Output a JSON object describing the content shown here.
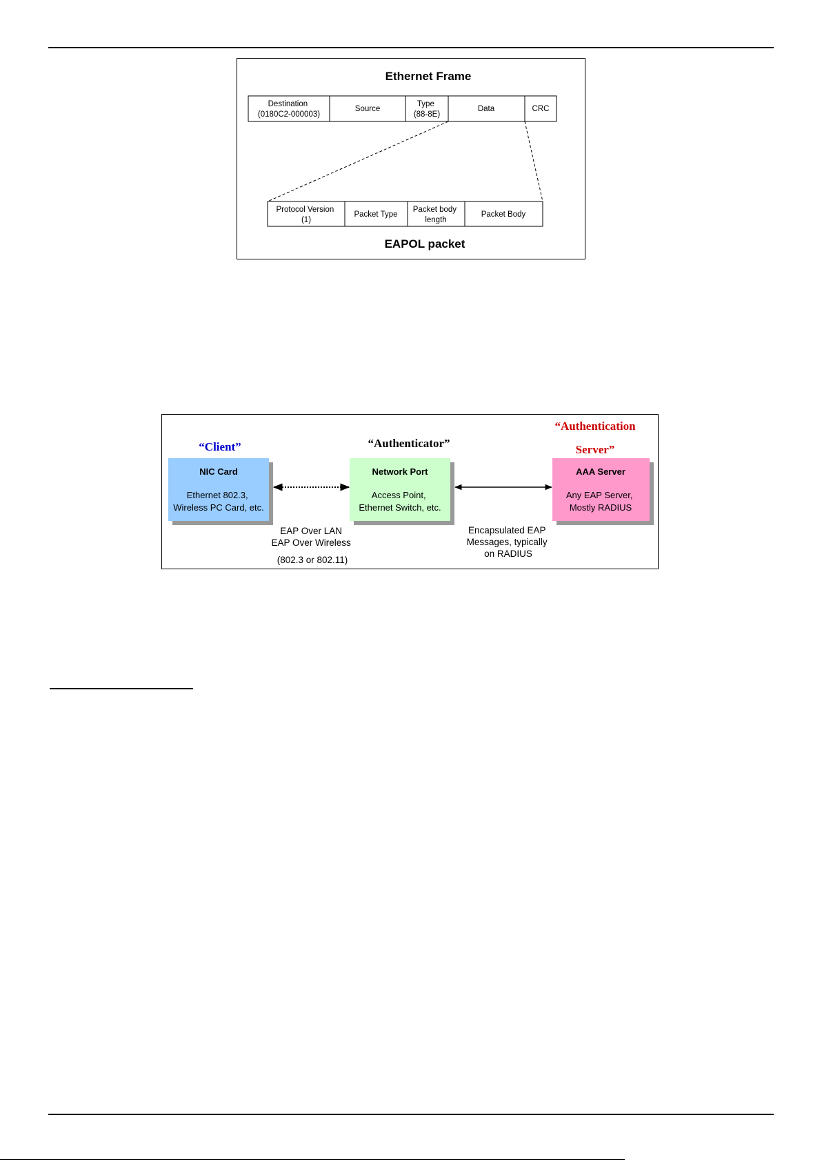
{
  "figure1": {
    "title": "Ethernet Frame",
    "frame_fields": [
      {
        "lines": [
          "Destination",
          "(0180C2-000003)"
        ]
      },
      {
        "lines": [
          "Source"
        ]
      },
      {
        "lines": [
          "Type",
          "(88-8E)"
        ]
      },
      {
        "lines": [
          "Data"
        ]
      },
      {
        "lines": [
          "CRC"
        ]
      }
    ],
    "eapol_fields": [
      {
        "lines": [
          "Protocol Version",
          "(1)"
        ]
      },
      {
        "lines": [
          "Packet Type"
        ]
      },
      {
        "lines": [
          "Packet body",
          "length"
        ]
      },
      {
        "lines": [
          "Packet Body"
        ]
      }
    ],
    "caption": "EAPOL packet"
  },
  "figure2": {
    "roles": {
      "client": "“Client”",
      "authenticator": "“Authenticator”",
      "server_line1": "“Authentication",
      "server_line2": "Server”"
    },
    "boxes": {
      "client": {
        "title": "NIC Card",
        "line1": "Ethernet 802.3,",
        "line2": "Wireless PC Card, etc."
      },
      "authenticator": {
        "title": "Network Port",
        "line1": "Access Point,",
        "line2": "Ethernet Switch, etc."
      },
      "server": {
        "title": "AAA Server",
        "line1": "Any EAP Server,",
        "line2": "Mostly RADIUS"
      }
    },
    "left_link": {
      "line1": "EAP Over LAN",
      "line2": "EAP Over Wireless",
      "line3": "(802.3 or 802.11)"
    },
    "right_link": {
      "line1": "Encapsulated EAP",
      "line2": "Messages, typically",
      "line3": "on RADIUS"
    },
    "colors": {
      "client_box": "#99ccff",
      "authenticator_box": "#ccffcc",
      "server_box": "#ff99cc",
      "client_label": "#0000cc",
      "server_label": "#cc0000"
    }
  }
}
